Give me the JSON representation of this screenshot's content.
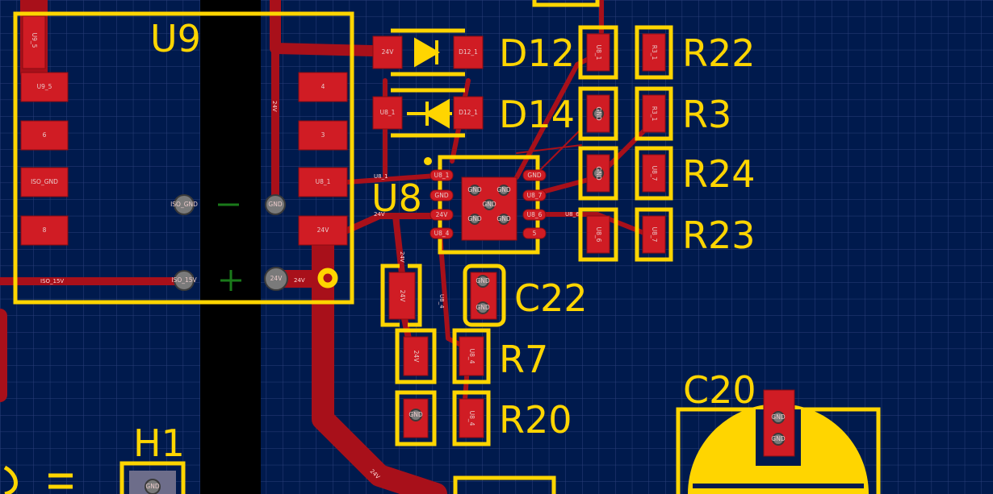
{
  "designators": {
    "u9": "U9",
    "u8": "U8",
    "d12": "D12",
    "d14": "D14",
    "r22": "R22",
    "r3": "R3",
    "r24": "R24",
    "r23": "R23",
    "c22": "C22",
    "r7": "R7",
    "r20": "R20",
    "c20": "C20",
    "h1": "H1"
  },
  "pads": {
    "u9": {
      "p_top": "U9_5",
      "p1": "U9_5",
      "p2": "6",
      "p3": "ISO_GND",
      "p4": "8",
      "p5": "4",
      "p6": "3",
      "p7": "U8_1",
      "p8": "24V",
      "via_iso_gnd": "ISO_GND",
      "via_gnd": "GND",
      "via_iso_15v": "ISO_15V",
      "via_24v": "24V"
    },
    "d12": {
      "a": "24V",
      "k": "D12_1"
    },
    "d14": {
      "a": "U8_1",
      "k": "D12_1"
    },
    "u8": {
      "l1": "U8_1",
      "l2": "GND",
      "l3": "24V",
      "l4": "U8_4",
      "r1": "GND",
      "r2": "U8_7",
      "r3": "U8_6",
      "r4": "5",
      "c1": "GND",
      "c2": "GND",
      "c3": "GND",
      "c4": "GND",
      "c5": "GND"
    },
    "r22": {
      "l": "U8_1",
      "r": "R3_1"
    },
    "r3": {
      "l": "GND",
      "r": "R3_1"
    },
    "r24": {
      "l": "GND",
      "r": "U8_7"
    },
    "r23": {
      "l": "U8_6",
      "r": "U8_7"
    },
    "c22": {
      "l": "24V",
      "r1": "GND",
      "r2": "GND"
    },
    "r7": {
      "l": "24V",
      "r": "U8_4"
    },
    "r20": {
      "l": "GND",
      "r": "U8_4"
    },
    "c20": {
      "v1": "GND",
      "v2": "GND"
    },
    "h1": {
      "v": "GND"
    }
  },
  "nets": {
    "iso_15v": "ISO_15V",
    "v24": "24V",
    "u8_1": "U8_1",
    "u8_4": "U8_4",
    "u8_6": "U8_6",
    "d12_1": "D12_1",
    "u8_1b": "U8_1",
    "r3_1": "R3_1"
  },
  "colors": {
    "background": "#001a4d",
    "grid": "#2b3f7a",
    "copper": "#d01c24",
    "copper_dark": "#a8101a",
    "silkscreen": "#ffd500",
    "keepout": "#000000"
  }
}
